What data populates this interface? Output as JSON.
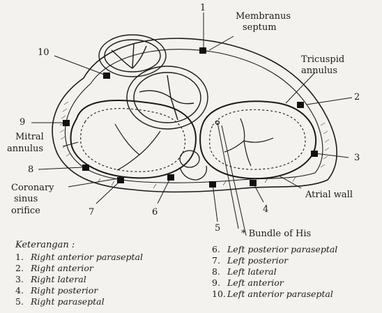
{
  "diagram": {
    "sites": [
      "1",
      "2",
      "3",
      "4",
      "5",
      "6",
      "7",
      "8",
      "9",
      "10"
    ],
    "annotations": {
      "membranus": "Membranus",
      "septum": "septum",
      "tricuspid": "Tricuspid",
      "annulus_t": "annulus",
      "mitral": "Mitral",
      "annulus_m": "annulus",
      "coronary": "Coronary",
      "sinus": "sinus",
      "orifice": "orifice",
      "atrial_wall": "Atrial wall",
      "bundle": "* Bundle of His"
    }
  },
  "legend": {
    "title": "Keterangan :",
    "items": [
      {
        "num": "1.",
        "text": "Right anterior paraseptal"
      },
      {
        "num": "2.",
        "text": "Right anterior"
      },
      {
        "num": "3.",
        "text": "Right lateral"
      },
      {
        "num": "4.",
        "text": "Right posterior"
      },
      {
        "num": "5.",
        "text": "Right paraseptal"
      },
      {
        "num": "6.",
        "text": "Left posterior paraseptal"
      },
      {
        "num": "7.",
        "text": "Left posterior"
      },
      {
        "num": "8.",
        "text": "Left lateral"
      },
      {
        "num": "9.",
        "text": "Left anterior"
      },
      {
        "num": "10.",
        "text": "Left anterior paraseptal"
      }
    ]
  }
}
